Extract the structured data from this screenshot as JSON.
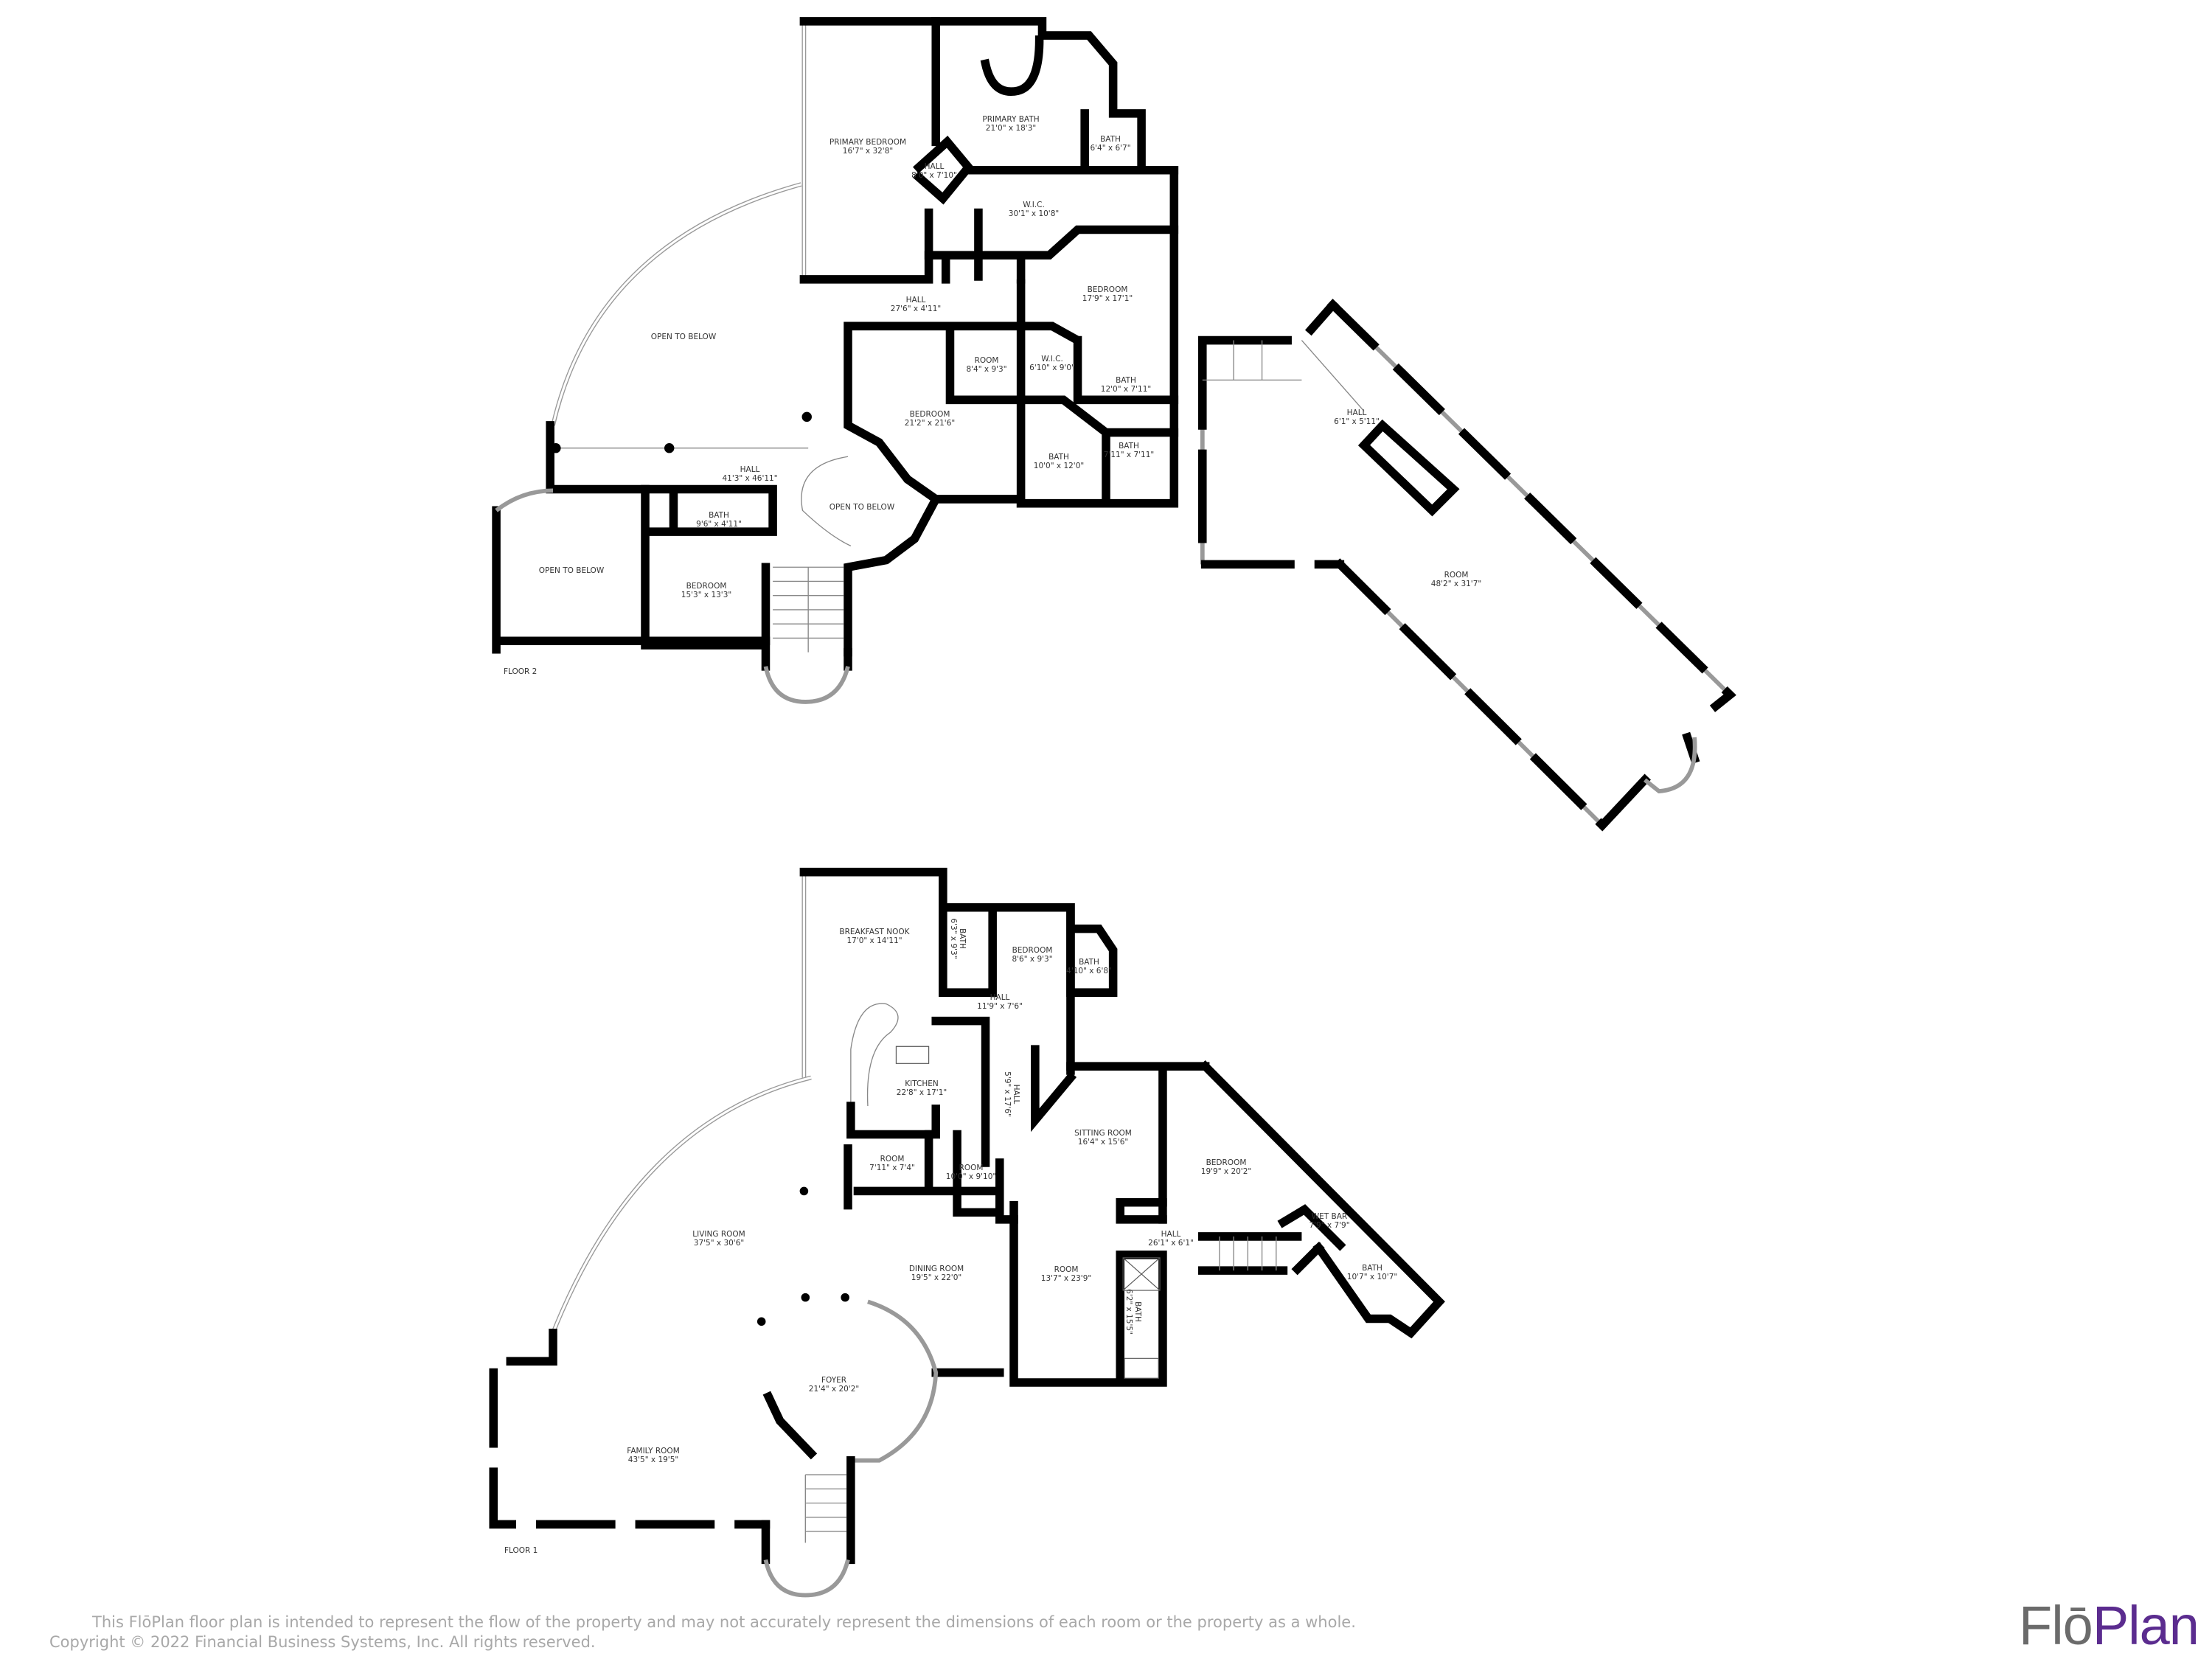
{
  "floors": [
    {
      "label": "FLOOR 2",
      "rooms": [
        {
          "name": "PRIMARY BEDROOM",
          "dims": "16'7\" x 32'8\""
        },
        {
          "name": "PRIMARY BATH",
          "dims": "21'0\" x 18'3\""
        },
        {
          "name": "BATH",
          "dims": "6'4\" x 6'7\""
        },
        {
          "name": "HALL",
          "dims": "8'0\" x 7'10\""
        },
        {
          "name": "W.I.C.",
          "dims": "30'1\" x 10'8\""
        },
        {
          "name": "BEDROOM",
          "dims": "17'9\" x 17'1\""
        },
        {
          "name": "HALL",
          "dims": "27'6\" x 4'11\""
        },
        {
          "name": "OPEN TO BELOW",
          "dims": ""
        },
        {
          "name": "ROOM",
          "dims": "8'4\" x 9'3\""
        },
        {
          "name": "W.I.C.",
          "dims": "6'10\" x 9'0\""
        },
        {
          "name": "BATH",
          "dims": "12'0\" x 7'11\""
        },
        {
          "name": "BEDROOM",
          "dims": "21'2\" x 21'6\""
        },
        {
          "name": "HALL",
          "dims": "6'1\" x 5'11\""
        },
        {
          "name": "BATH",
          "dims": "7'11\" x 7'11\""
        },
        {
          "name": "BATH",
          "dims": "10'0\" x 12'0\""
        },
        {
          "name": "HALL",
          "dims": "41'3\" x 46'11\""
        },
        {
          "name": "OPEN TO BELOW",
          "dims": ""
        },
        {
          "name": "BATH",
          "dims": "9'6\" x 4'11\""
        },
        {
          "name": "OPEN TO BELOW",
          "dims": ""
        },
        {
          "name": "ROOM",
          "dims": "48'2\" x 31'7\""
        },
        {
          "name": "BEDROOM",
          "dims": "15'3\" x 13'3\""
        }
      ]
    },
    {
      "label": "FLOOR 1",
      "rooms": [
        {
          "name": "BREAKFAST NOOK",
          "dims": "17'0\" x 14'11\""
        },
        {
          "name": "BATH",
          "dims": "6'3\" x 9'3\""
        },
        {
          "name": "BEDROOM",
          "dims": "8'6\" x 9'3\""
        },
        {
          "name": "BATH",
          "dims": "4'10\" x 6'8\""
        },
        {
          "name": "HALL",
          "dims": "11'9\" x 7'6\""
        },
        {
          "name": "KITCHEN",
          "dims": "22'8\" x 17'1\""
        },
        {
          "name": "HALL",
          "dims": "5'9\" x 17'6\""
        },
        {
          "name": "SITTING ROOM",
          "dims": "16'4\" x 15'6\""
        },
        {
          "name": "BEDROOM",
          "dims": "19'9\" x 20'2\""
        },
        {
          "name": "ROOM",
          "dims": "7'11\" x 7'4\""
        },
        {
          "name": "ROOM",
          "dims": "10'0\" x 9'10\""
        },
        {
          "name": "WET BAR",
          "dims": "7'9\" x 7'9\""
        },
        {
          "name": "HALL",
          "dims": "26'1\" x 6'1\""
        },
        {
          "name": "LIVING ROOM",
          "dims": "37'5\" x 30'6\""
        },
        {
          "name": "DINING ROOM",
          "dims": "19'5\" x 22'0\""
        },
        {
          "name": "ROOM",
          "dims": "13'7\" x 23'9\""
        },
        {
          "name": "BATH",
          "dims": "10'7\" x 10'7\""
        },
        {
          "name": "BATH",
          "dims": "6'2\" x 15'5\""
        },
        {
          "name": "FOYER",
          "dims": "21'4\" x 20'2\""
        },
        {
          "name": "FAMILY ROOM",
          "dims": "43'5\" x 19'5\""
        }
      ]
    }
  ],
  "footer": {
    "disclaimer": "This FlōPlan floor plan is intended to represent the flow of the property and may not accurately represent the dimensions of each room or the property as a whole.",
    "copyright": "Copyright © 2022 Financial Business Systems, Inc. All rights reserved."
  },
  "logo": {
    "part1": "Flō",
    "part2": "Plan",
    "color_part1": "#6b6b6b",
    "color_part2": "#5b2c8f"
  },
  "colors": {
    "walls": "#000000",
    "windows": "#999999",
    "labels": "#333333"
  }
}
